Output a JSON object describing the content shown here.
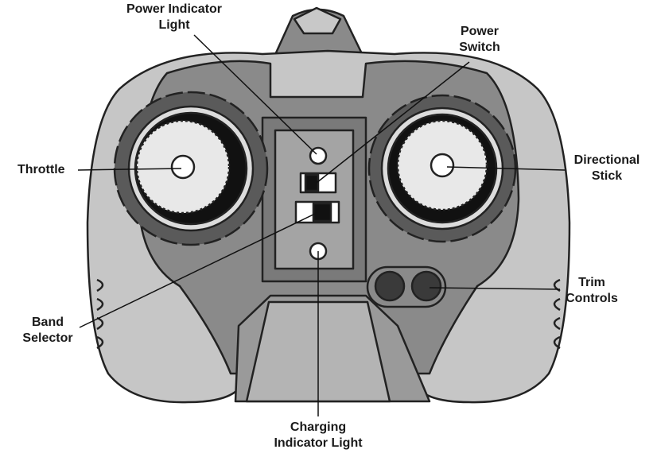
{
  "labels": {
    "power_indicator": [
      "Power Indicator",
      "Light"
    ],
    "power_switch": [
      "Power",
      "Switch"
    ],
    "throttle": [
      "Throttle"
    ],
    "directional_stick": [
      "Directional",
      "Stick"
    ],
    "band_selector": [
      "Band",
      "Selector"
    ],
    "trim_controls": [
      "Trim",
      "Controls"
    ],
    "charging_indicator": [
      "Charging",
      "Indicator Light"
    ]
  }
}
